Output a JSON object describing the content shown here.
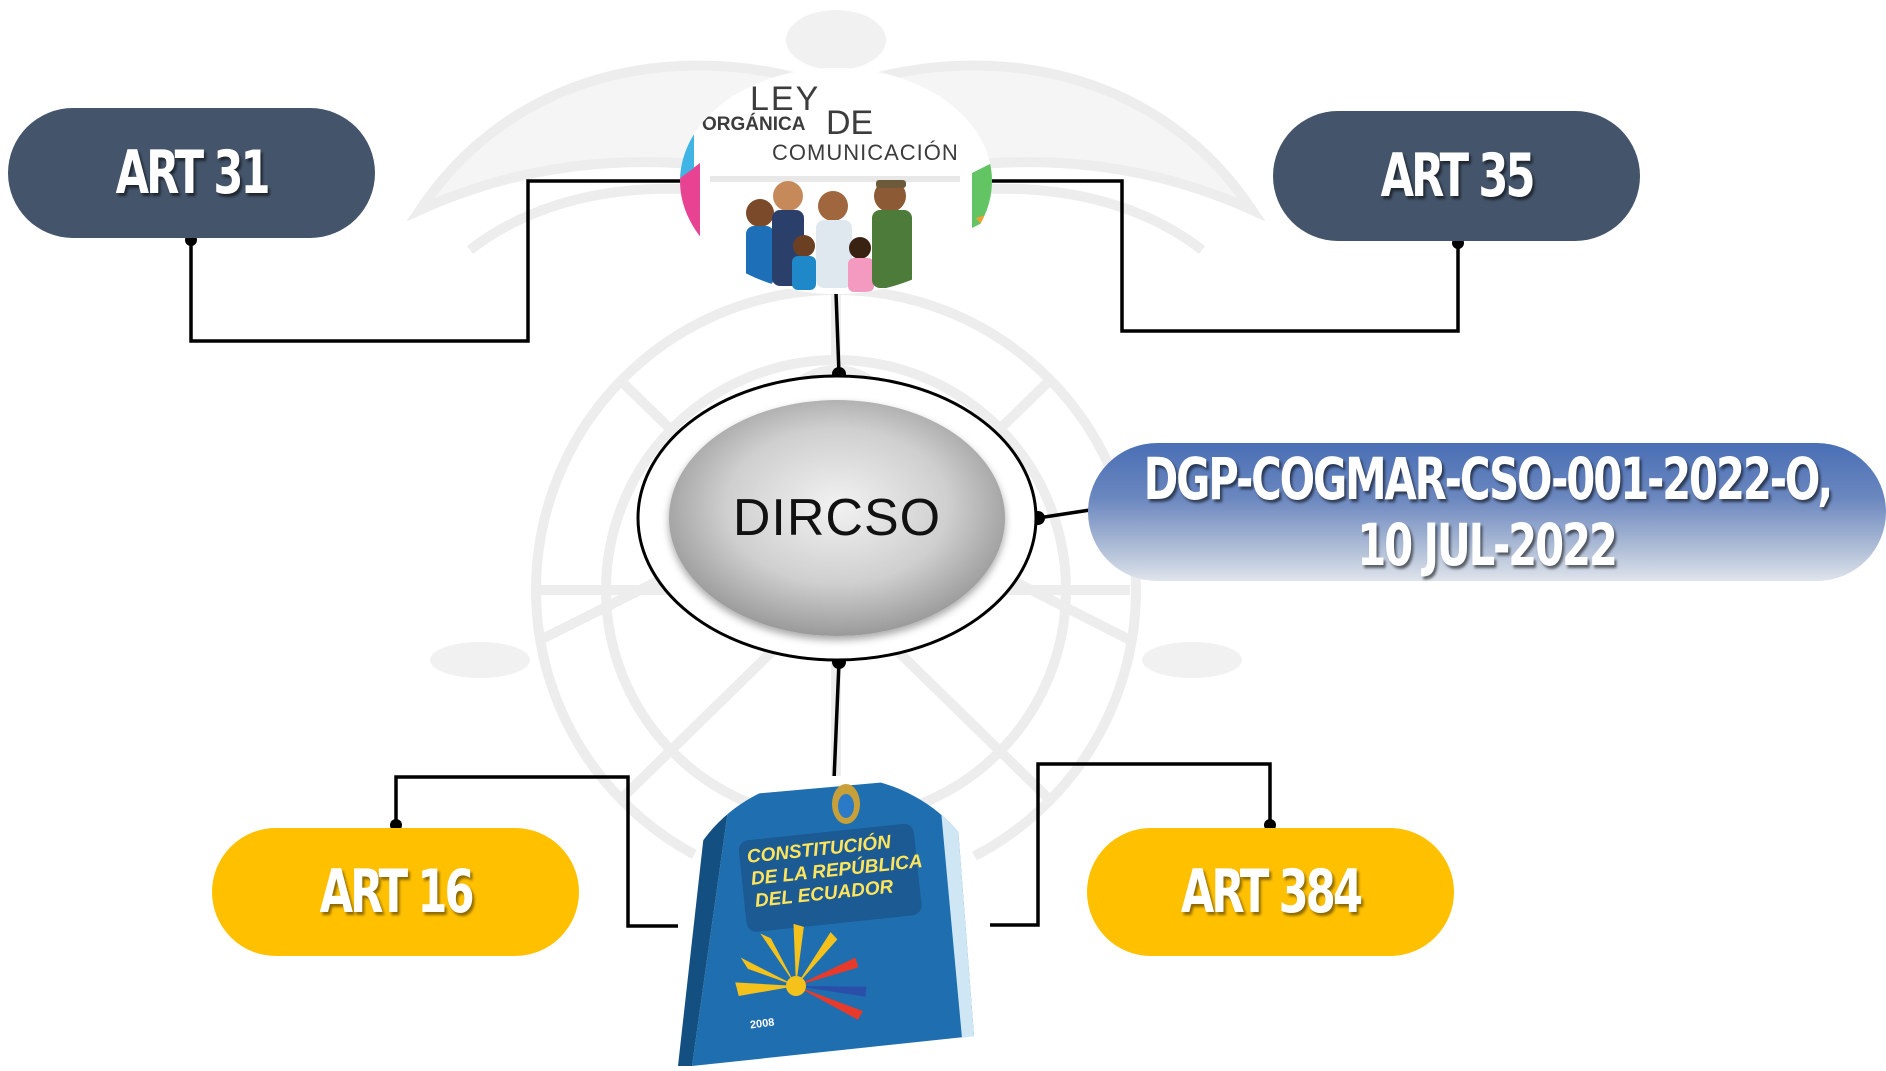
{
  "center_node": {
    "label": "DIRCSO"
  },
  "top_left_node": {
    "label": "ART 31"
  },
  "top_right_node": {
    "label": "ART 35"
  },
  "bottom_left_node": {
    "label": "ART 16"
  },
  "bottom_right_node": {
    "label": "ART 384"
  },
  "document_node": {
    "line1": "DGP-COGMAR-CSO-001-2022-O,",
    "line2": "10 JUL-2022"
  },
  "ley_image": {
    "word1": "LEY",
    "word2": "ORGÁNICA",
    "word3": "DE",
    "word4": "COMUNICACIÓN"
  },
  "constitucion_image": {
    "line1": "CONSTITUCIÓN",
    "line2": "DE LA REPÚBLICA",
    "line3": "DEL ECUADOR",
    "year": "2008"
  },
  "colors": {
    "dark_pill": "#44546a",
    "yellow_pill": "#ffc000",
    "document_pill_top": "#4a6fb5",
    "connector": "#000000"
  },
  "icons": [
    "eagle-emblem-watermark",
    "ship-wheel-watermark",
    "family-illustration",
    "constitution-book",
    "ecuador-coat-of-arms"
  ]
}
